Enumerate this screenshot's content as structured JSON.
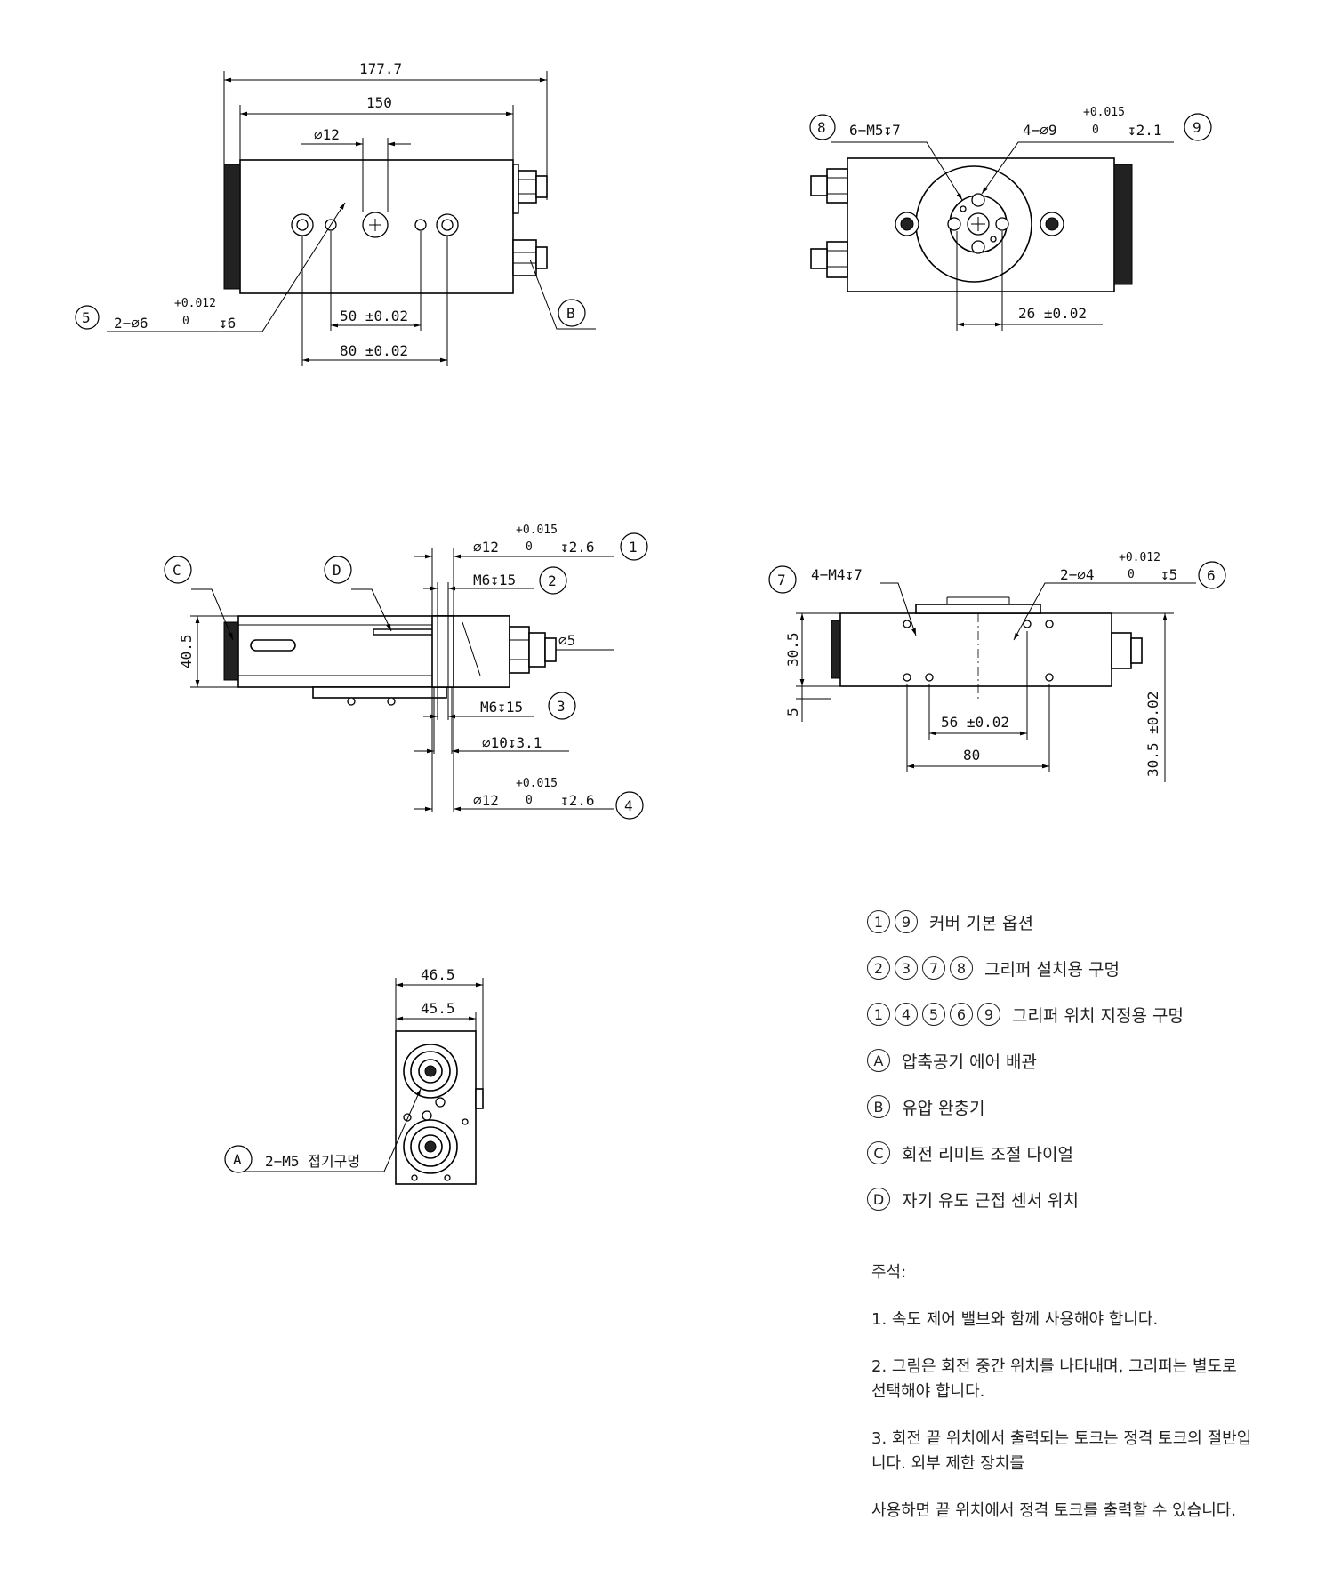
{
  "views": {
    "top": {
      "dim_overall": "177.7",
      "dim_body": "150",
      "dim_bore": "∅12",
      "dim_pin_spacing": "50 ±0.02",
      "dim_hole_spacing": "80 ±0.02",
      "callout_5_label": "5",
      "callout_5_text": "2−∅6",
      "callout_5_tol_upper": "+0.012",
      "callout_5_tol_lower": "0",
      "callout_5_depth": "↧6",
      "callout_b_label": "B"
    },
    "end": {
      "callout_8_label": "8",
      "callout_8_text": "6−M5↧7",
      "callout_9_label": "9",
      "callout_9_text": "4−∅9",
      "callout_9_tol_upper": "+0.015",
      "callout_9_tol_lower": "0",
      "callout_9_depth": "↧2.1",
      "dim_offset": "26 ±0.02"
    },
    "front": {
      "callout_c_label": "C",
      "callout_d_label": "D",
      "dim_height": "40.5",
      "callout_1_label": "1",
      "callout_1_text": "∅12",
      "callout_1_tol_upper": "+0.015",
      "callout_1_tol_lower": "0",
      "callout_1_depth": "↧2.6",
      "callout_2_label": "2",
      "callout_2_text": "M6↧15",
      "dim_port": "∅5",
      "callout_3_label": "3",
      "callout_3_text": "M6↧15",
      "dim_shaft": "∅10↧3.1",
      "callout_4_label": "4",
      "callout_4_text": "∅12",
      "callout_4_tol_upper": "+0.015",
      "callout_4_tol_lower": "0",
      "callout_4_depth": "↧2.6"
    },
    "bottom": {
      "callout_7_label": "7",
      "callout_7_text": "4−M4↧7",
      "callout_6_label": "6",
      "callout_6_text": "2−∅4",
      "callout_6_tol_upper": "+0.012",
      "callout_6_tol_lower": "0",
      "callout_6_depth": "↧5",
      "dim_height_1": "30.5",
      "dim_height_2": "5",
      "dim_pin_spacing": "56 ±0.02",
      "dim_hole_spacing": "80",
      "dim_height_3": "30.5 ±0.02"
    },
    "side": {
      "dim_width_outer": "46.5",
      "dim_width_inner": "45.5",
      "callout_a_label": "A",
      "callout_a_text": "2−M5 접기구멍"
    }
  },
  "legend": [
    {
      "badges": [
        "1",
        "9"
      ],
      "text": "커버 기본 옵션"
    },
    {
      "badges": [
        "2",
        "3",
        "7",
        "8"
      ],
      "text": "그리퍼 설치용 구멍"
    },
    {
      "badges": [
        "1",
        "4",
        "5",
        "6",
        "9"
      ],
      "text": "그리퍼 위치 지정용 구멍"
    },
    {
      "badges": [
        "A"
      ],
      "text": "압축공기 에어 배관"
    },
    {
      "badges": [
        "B"
      ],
      "text": "유압 완충기"
    },
    {
      "badges": [
        "C"
      ],
      "text": "회전 리미트 조절 다이얼"
    },
    {
      "badges": [
        "D"
      ],
      "text": "자기 유도 근접 센서 위치"
    }
  ],
  "notes": {
    "heading": "주석:",
    "items": [
      "1. 속도 제어 밸브와 함께 사용해야 합니다.",
      "2. 그림은 회전 중간 위치를 나타내며, 그리퍼는 별도로 선택해야 합니다.",
      "3. 회전 끝 위치에서 출력되는 토크는 정격 토크의 절반입니다. 외부 제한 장치를",
      "사용하면 끝 위치에서 정격 토크를 출력할 수 있습니다."
    ]
  }
}
